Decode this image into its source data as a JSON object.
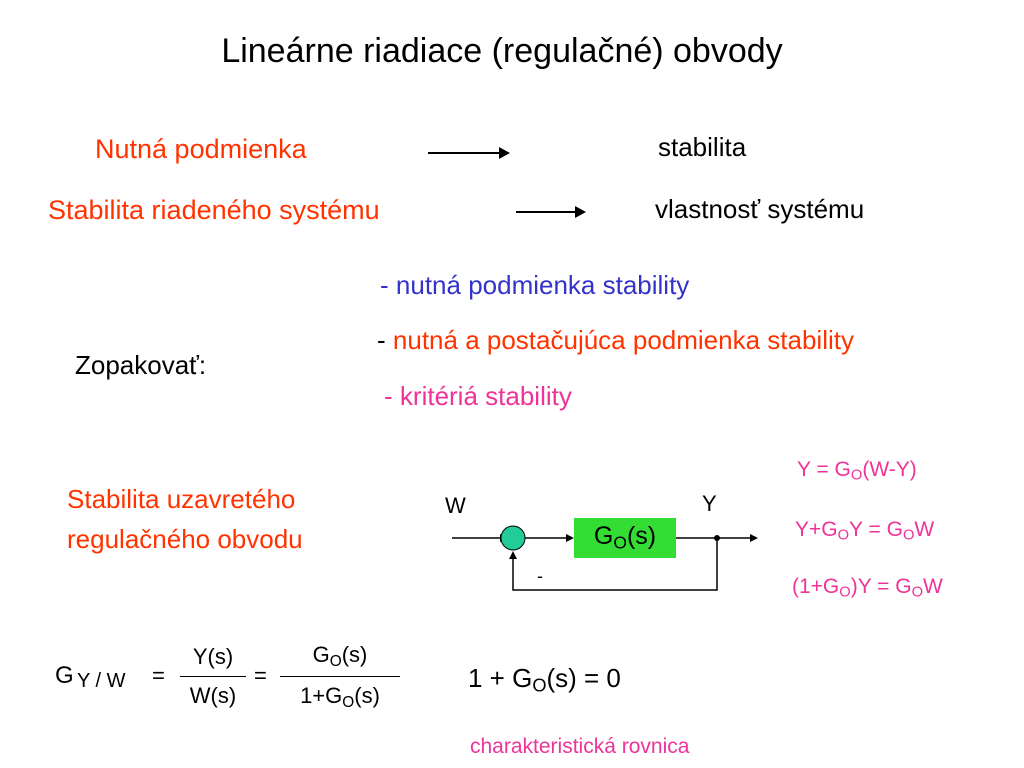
{
  "title": "Lineárne riadiace (regulačné) obvody",
  "row1": {
    "left": "Nutná podmienka",
    "right": "stabilita"
  },
  "row2": {
    "left": "Stabilita riadeného systému",
    "right": "vlastnosť systému"
  },
  "review": {
    "label": "Zopakovať:",
    "dash": "-",
    "item1": "nutná podmienka stability",
    "item2": "nutná a postačujúca podmienka stability",
    "item3": "kritériá stability"
  },
  "closed_loop": {
    "line1": "Stabilita  uzavretého",
    "line2": "regulačného  obvodu"
  },
  "diagram": {
    "input_label": "W",
    "output_label": "Y",
    "block_G": "G",
    "block_sub": "O",
    "block_arg": "(s)",
    "feedback_sign": "-",
    "colors": {
      "block_fill": "#33dd33",
      "summer_fill": "#22cc99"
    }
  },
  "equations": {
    "eq1": {
      "a": "Y = G",
      "sub": "O",
      "b": "(W-Y)"
    },
    "eq2": {
      "a": "Y+G",
      "sub1": "O",
      "b": "Y = G",
      "sub2": "O",
      "c": "W"
    },
    "eq3": {
      "a": "(1+G",
      "sub1": "O",
      "b": ")Y = G",
      "sub2": "O",
      "c": "W"
    }
  },
  "transfer": {
    "G": "G",
    "sub": "Y / W",
    "eq": "=",
    "num1": "Y(s)",
    "den1": "W(s)",
    "num2_G": "G",
    "num2_sub": "O",
    "num2_arg": "(s)",
    "den2_pre": "1+",
    "den2_G": "G",
    "den2_sub": "O",
    "den2_arg": "(s)"
  },
  "characteristic": {
    "a": "1 + G",
    "sub": "O",
    "b": "(s) = 0",
    "label": "charakteristická rovnica"
  },
  "colors": {
    "red": "#ff3300",
    "blue": "#3333cc",
    "pink": "#ee3399"
  }
}
